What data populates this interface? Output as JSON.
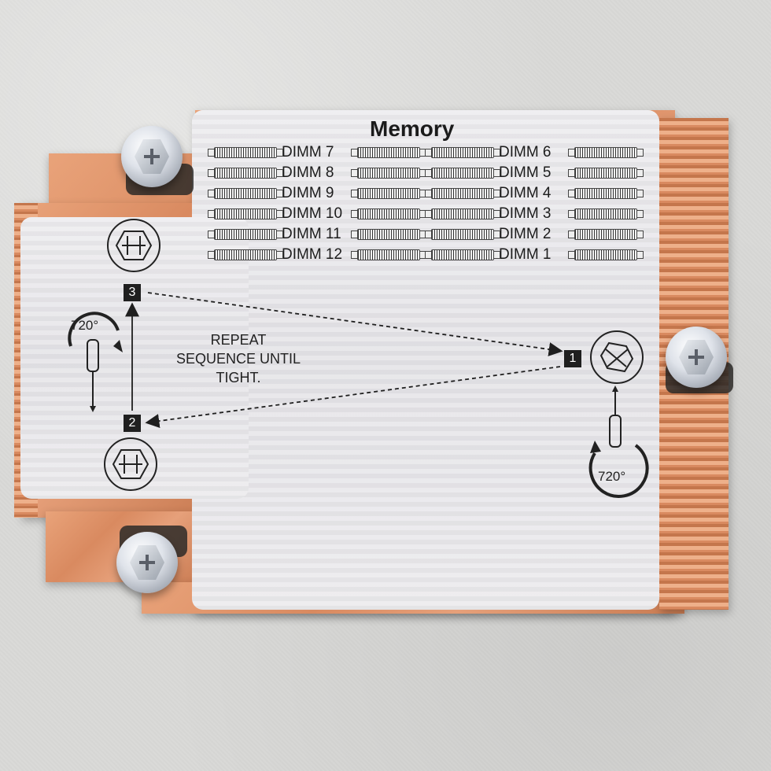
{
  "label": {
    "title": "Memory",
    "dimms_left": [
      "DIMM 7",
      "DIMM 8",
      "DIMM 9",
      "DIMM 10",
      "DIMM 11",
      "DIMM 12"
    ],
    "dimms_right": [
      "DIMM 6",
      "DIMM 5",
      "DIMM 4",
      "DIMM 3",
      "DIMM 2",
      "DIMM 1"
    ],
    "instruction": "REPEAT SEQUENCE UNTIL TIGHT.",
    "step_1": "1",
    "step_2": "2",
    "step_3": "3",
    "rotation_left": "720°",
    "rotation_right": "720°"
  },
  "colors": {
    "copper": "#d98a60",
    "label": "#e6e5e8",
    "background": "#d9d9d7"
  },
  "icons": [
    "screwdriver-icon",
    "rotation-arrow-icon",
    "nut-icon",
    "screw-icon"
  ]
}
